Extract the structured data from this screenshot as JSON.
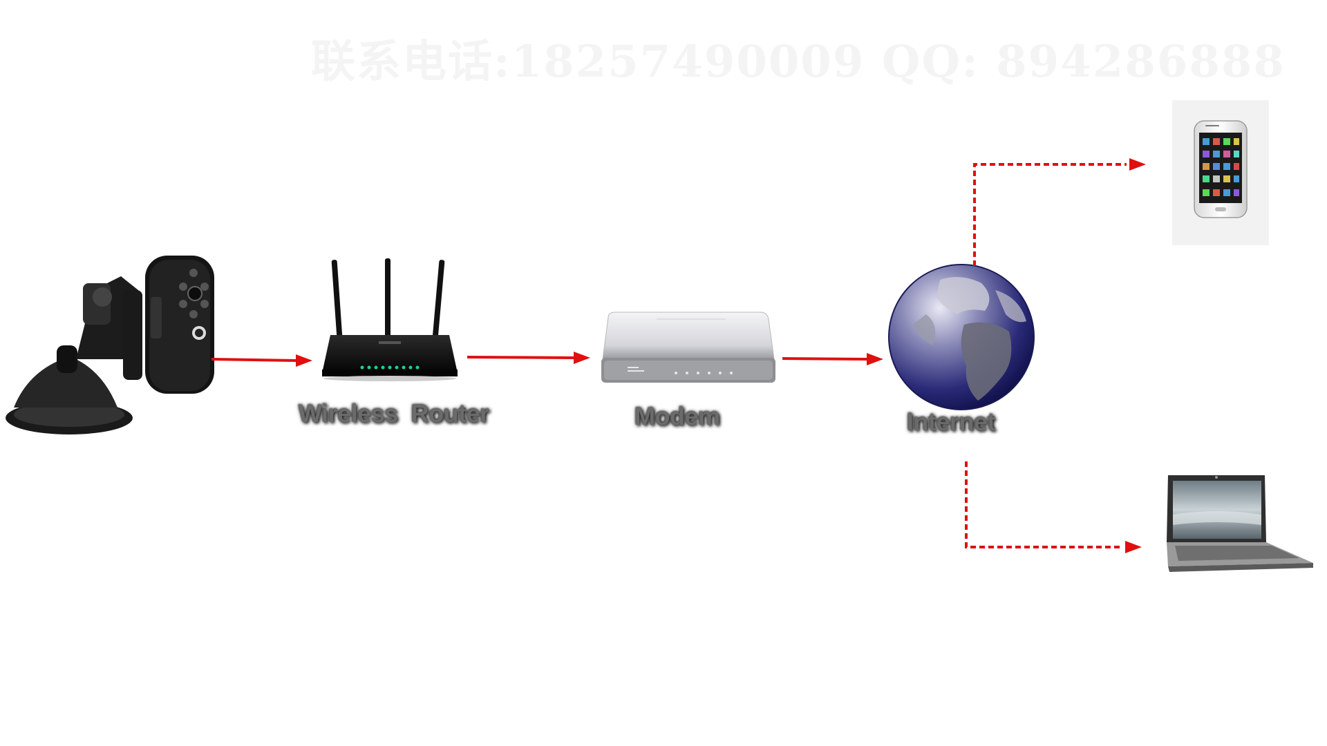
{
  "watermark": "联系电话:18257490009  QQ: 894286888",
  "labels": {
    "router": "Wireless  Router",
    "modem": "Modem",
    "internet": "Internet"
  },
  "colors": {
    "arrow": "#e01010",
    "label_text": "#6b6b6b"
  },
  "icons": {
    "camera": "wifi-camera-icon",
    "router": "wireless-router-icon",
    "modem": "modem-icon",
    "internet": "globe-icon",
    "phone": "smartphone-icon",
    "laptop": "laptop-icon"
  }
}
